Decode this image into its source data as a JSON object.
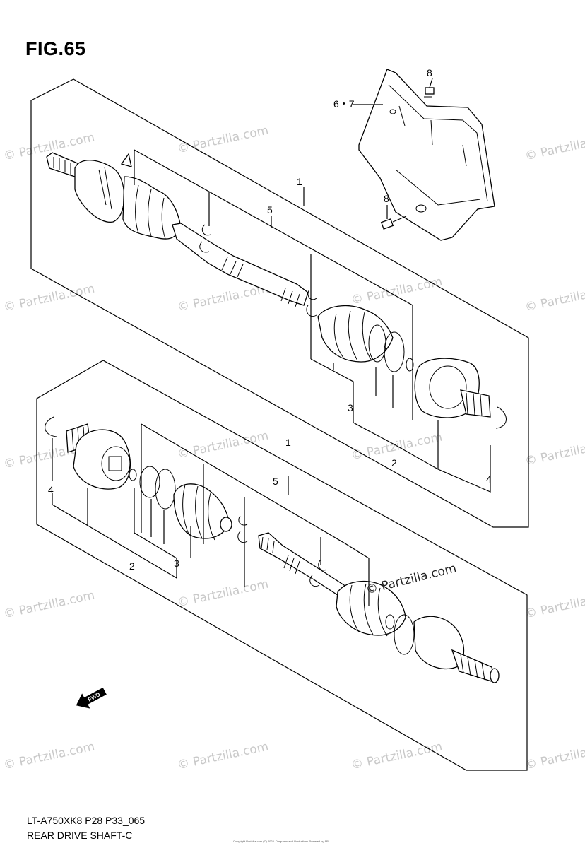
{
  "figure": {
    "title": "FIG.65",
    "model_code": "LT-A750XK8  P28  P33_065",
    "name": "REAR DRIVE SHAFT-C",
    "copyright": "Copyright\nPartzilla.com (C) 2024. Diagrams and Illustrations Powered by ARI"
  },
  "watermark": {
    "text": "© Partzilla.com",
    "highlight_text": "© Partzilla.com"
  },
  "callouts": {
    "top": {
      "c1": "1",
      "c5": "5",
      "c3": "3",
      "c2": "2",
      "c4": "4",
      "c67": "6・7",
      "c8a": "8",
      "c8b": "8"
    },
    "bottom": {
      "c1": "1",
      "c5": "5",
      "c4": "4",
      "c2": "2",
      "c3": "3"
    }
  },
  "fwd_arrow": {
    "label": "FWD"
  }
}
